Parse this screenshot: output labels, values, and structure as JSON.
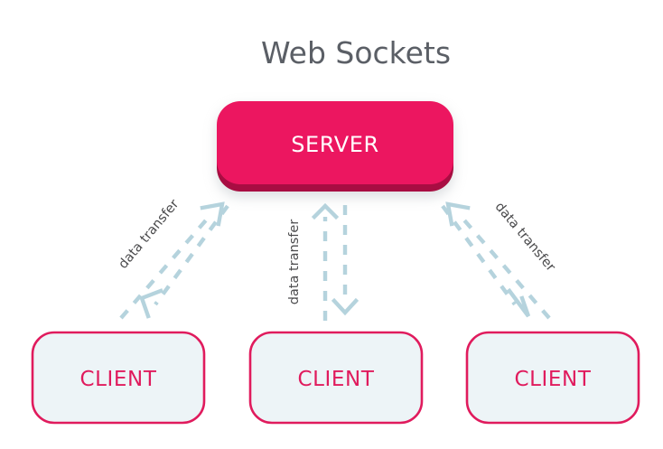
{
  "page": {
    "title": "Web Sockets",
    "background_color": "#ffffff"
  },
  "colors": {
    "title_text": "#5b5f66",
    "server_fill": "#ec1561",
    "server_edge": "#a80a42",
    "server_text": "#ffffff",
    "client_fill": "#edf4f7",
    "client_border": "#e01b5d",
    "client_text": "#e01b5d",
    "arrow": "#b5d3dd",
    "arrow_label_text": "#4b4b4d"
  },
  "nodes": {
    "server": {
      "label": "SERVER"
    },
    "clients": [
      {
        "label": "CLIENT"
      },
      {
        "label": "CLIENT"
      },
      {
        "label": "CLIENT"
      }
    ]
  },
  "connections": [
    {
      "id": "left",
      "label": "data transfer",
      "from": "client-1",
      "to": "server",
      "bidirectional": true,
      "style": "dashed"
    },
    {
      "id": "center",
      "label": "data transfer",
      "from": "client-2",
      "to": "server",
      "bidirectional": true,
      "style": "dashed"
    },
    {
      "id": "right",
      "label": "data transfer",
      "from": "client-3",
      "to": "server",
      "bidirectional": true,
      "style": "dashed"
    }
  ]
}
